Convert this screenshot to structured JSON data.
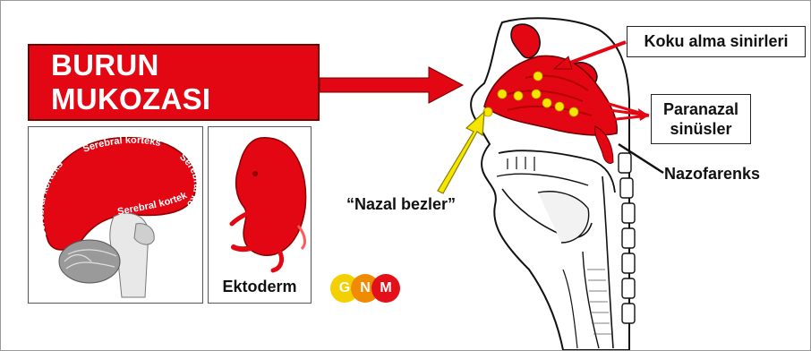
{
  "title": "BURUN MUKOZASI",
  "brain": {
    "cortex_labels": [
      "Serebral korteks",
      "Serebral korteks",
      "Serebral korteks",
      "Serebral korteks"
    ]
  },
  "embryo": {
    "label": "Ektoderm"
  },
  "anatomy_labels": {
    "olfactory": "Koku alma sinirleri",
    "paranasal_line1": "Paranazal",
    "paranasal_line2": "sinüsler",
    "nasopharynx": "Nazofarenks",
    "nasal_glands": "“Nazal bezler”"
  },
  "logo": {
    "letters": [
      "G",
      "N",
      "M"
    ]
  },
  "colors": {
    "accent_red": "#e30613",
    "gland_yellow": "#f5e600",
    "logo_yellow": "#f5d000",
    "logo_orange": "#f08a00",
    "logo_red": "#e3101a"
  }
}
